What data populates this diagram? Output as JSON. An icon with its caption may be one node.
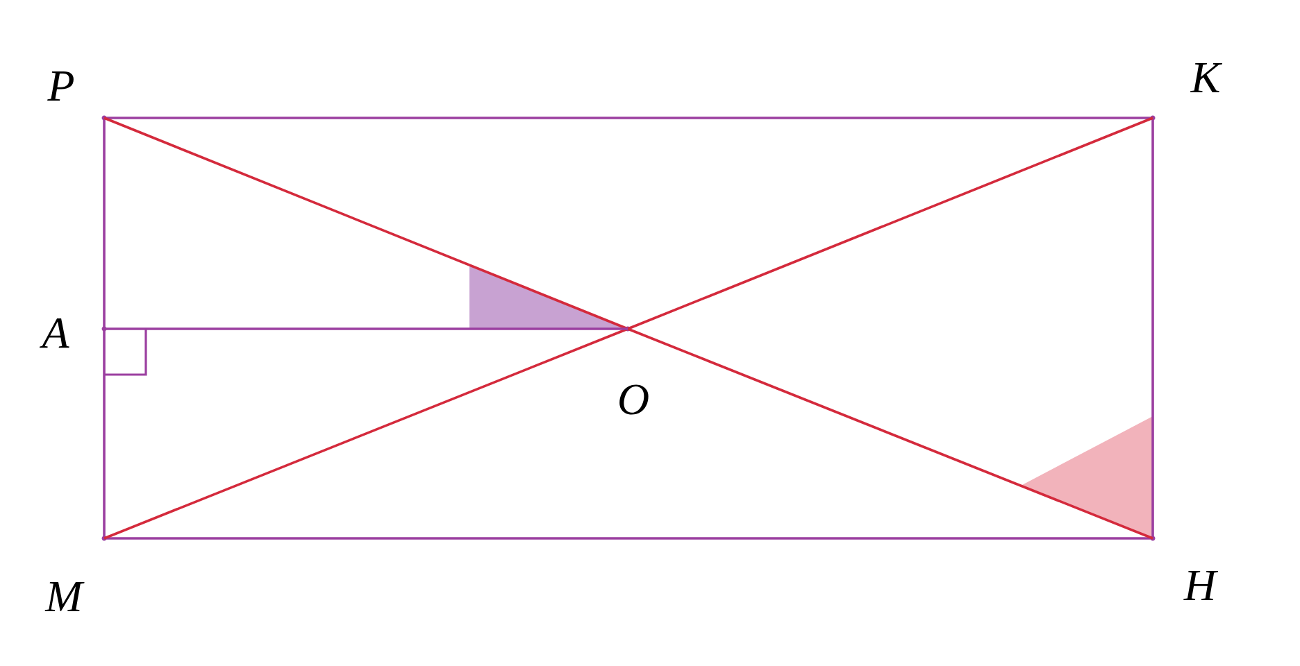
{
  "diagram": {
    "nodes": [
      {
        "text": [],
        "shape": "point",
        "beside": [
          "P"
        ]
      },
      {
        "text": [],
        "shape": "point",
        "beside": [
          "K"
        ]
      },
      {
        "text": [],
        "shape": "point",
        "beside": [
          "H"
        ]
      },
      {
        "text": [],
        "shape": "point",
        "beside": [
          "M"
        ]
      },
      {
        "text": [],
        "shape": "point",
        "beside": [
          "A"
        ]
      },
      {
        "text": [],
        "shape": "point",
        "beside": [
          "O"
        ]
      }
    ],
    "edges": [
      {
        "from": 0,
        "to": 1,
        "arrow": "none"
      },
      {
        "from": 1,
        "to": 2,
        "arrow": "none"
      },
      {
        "from": 2,
        "to": 3,
        "arrow": "none"
      },
      {
        "from": 3,
        "to": 4,
        "arrow": "none"
      },
      {
        "from": 4,
        "to": 0,
        "arrow": "none"
      },
      {
        "from": 0,
        "to": 5,
        "arrow": "none",
        "color": "#d42a3c"
      },
      {
        "from": 5,
        "to": 2,
        "arrow": "none",
        "color": "#d42a3c"
      },
      {
        "from": 3,
        "to": 5,
        "arrow": "none",
        "color": "#d42a3c"
      },
      {
        "from": 5,
        "to": 1,
        "arrow": "none",
        "color": "#d42a3c"
      },
      {
        "from": 4,
        "to": 5,
        "arrow": "none"
      }
    ]
  }
}
